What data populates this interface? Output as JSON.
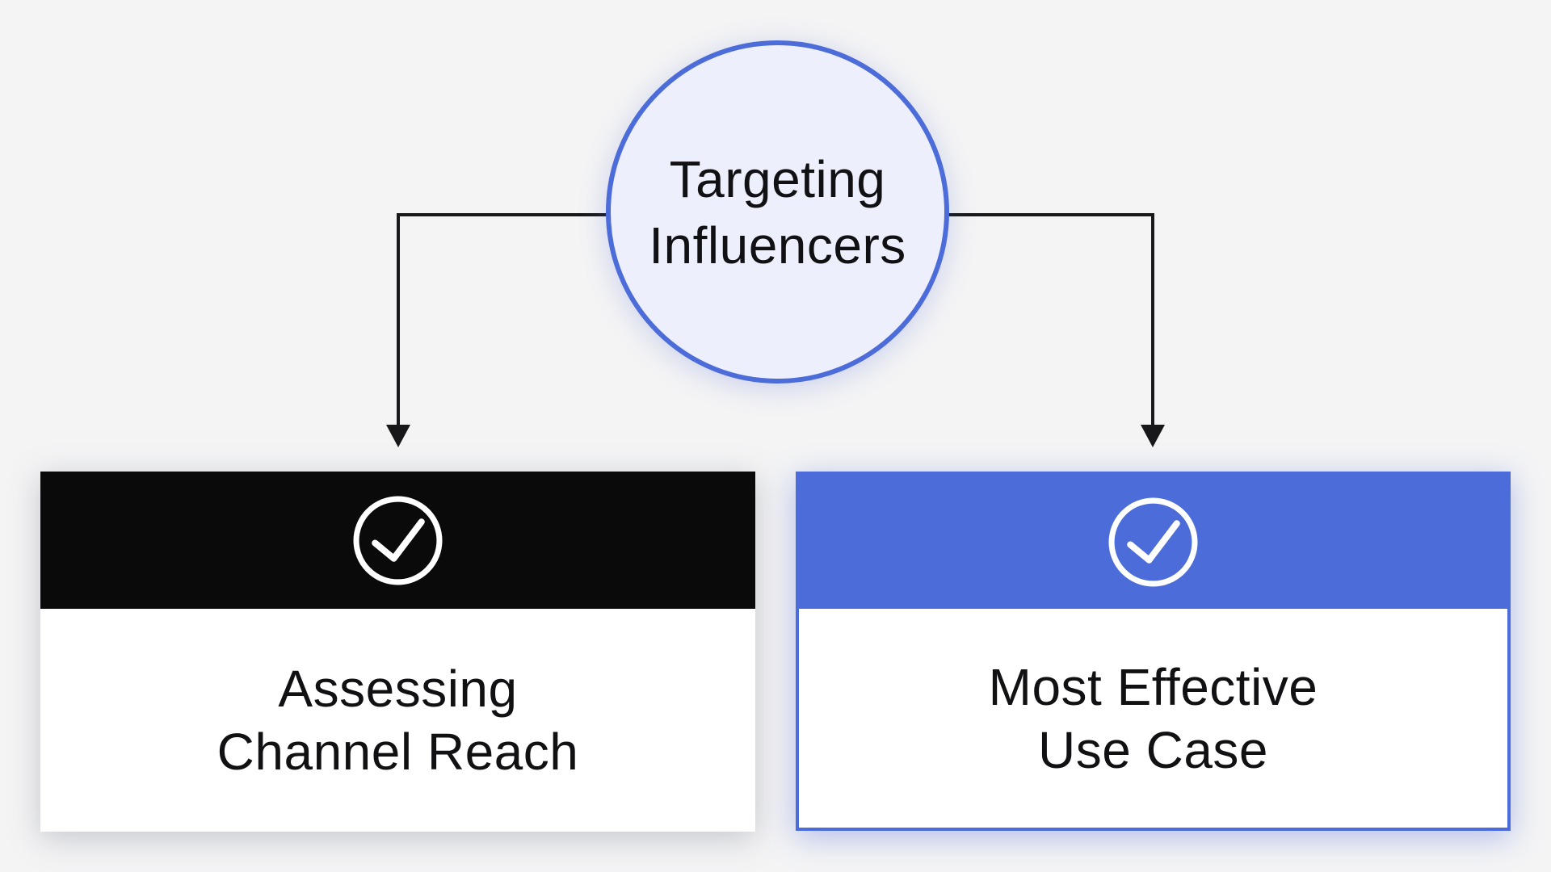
{
  "colors": {
    "background": "#f4f4f5",
    "accent_blue": "#4c6cd9",
    "circle_fill": "#edeffc",
    "node_black": "#0a0a0b",
    "text": "#111114",
    "connector_line": "#18181b",
    "icon_stroke": "#ffffff"
  },
  "diagram": {
    "root": {
      "label": "Targeting Influencers",
      "lines": [
        "Targeting",
        "Influencers"
      ]
    },
    "nodes": [
      {
        "label": "Assessing Channel Reach",
        "lines": [
          "Assessing",
          "Channel Reach"
        ],
        "icon": "check-circle-icon",
        "header_style": "black"
      },
      {
        "label": "Most Effective Use Case",
        "lines": [
          "Most Effective",
          "Use Case"
        ],
        "icon": "check-circle-icon",
        "header_style": "blue"
      }
    ]
  }
}
